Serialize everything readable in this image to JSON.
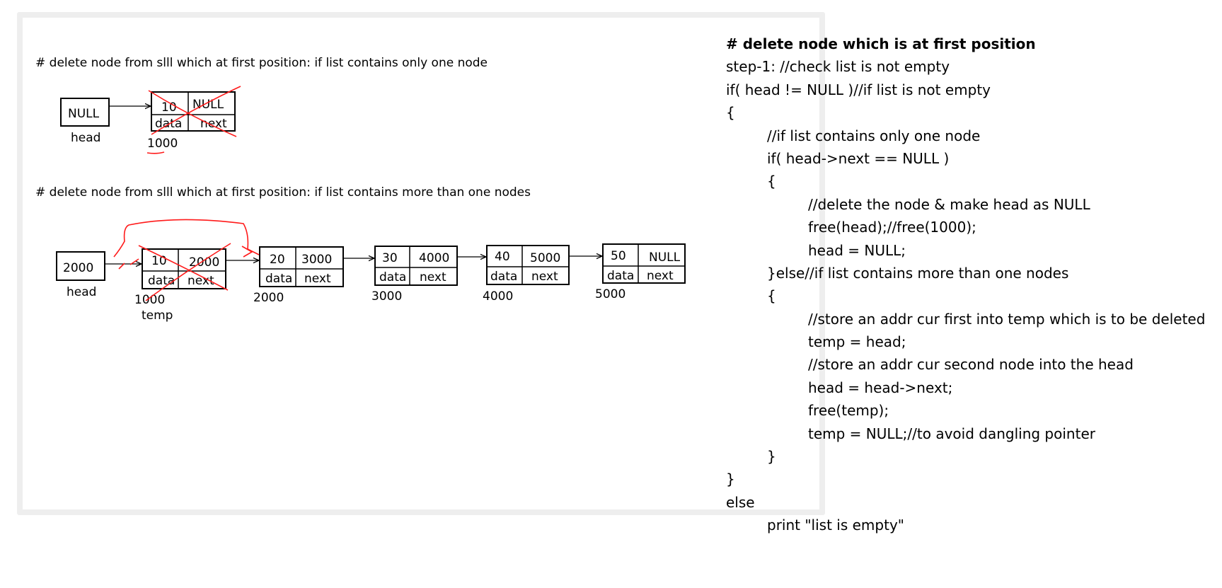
{
  "section1": {
    "heading": "# delete node from slll which at first position: if list contains only one node",
    "head_value": "NULL",
    "head_label": "head",
    "node": {
      "data": "10",
      "next": "NULL",
      "data_label": "data",
      "next_label": "next",
      "address": "1000"
    }
  },
  "section2": {
    "heading": "# delete node from slll which at first position: if list contains more than one nodes",
    "head_value": "2000",
    "head_label": "head",
    "temp_label": "temp",
    "nodes": [
      {
        "data": "10",
        "next": "2000",
        "data_label": "data",
        "next_label": "next",
        "address": "1000"
      },
      {
        "data": "20",
        "next": "3000",
        "data_label": "data",
        "next_label": "next",
        "address": "2000"
      },
      {
        "data": "30",
        "next": "4000",
        "data_label": "data",
        "next_label": "next",
        "address": "3000"
      },
      {
        "data": "40",
        "next": "5000",
        "data_label": "data",
        "next_label": "next",
        "address": "4000"
      },
      {
        "data": "50",
        "next": "NULL",
        "data_label": "data",
        "next_label": "next",
        "address": "5000"
      }
    ]
  },
  "code": {
    "title": "# delete node which is at first position",
    "lines": [
      {
        "text": "step-1: //check list is not empty",
        "indent": 0
      },
      {
        "text": "if( head != NULL )//if list is not empty",
        "indent": 0
      },
      {
        "text": "{",
        "indent": 0
      },
      {
        "text": "//if list contains only one node",
        "indent": 1
      },
      {
        "text": "if( head->next == NULL )",
        "indent": 1
      },
      {
        "text": "{",
        "indent": 1
      },
      {
        "text": "//delete the node & make head as NULL",
        "indent": 2
      },
      {
        "text": "free(head);//free(1000);",
        "indent": 2
      },
      {
        "text": "head = NULL;",
        "indent": 2
      },
      {
        "text": "}else//if list contains more than one nodes",
        "indent": 1
      },
      {
        "text": "{",
        "indent": 1
      },
      {
        "text": "//store an addr cur first into temp which is to be deleted",
        "indent": 2
      },
      {
        "text": "temp = head;",
        "indent": 2
      },
      {
        "text": "//store an addr cur second node into the head",
        "indent": 2
      },
      {
        "text": "head = head->next;",
        "indent": 2
      },
      {
        "text": "free(temp);",
        "indent": 2
      },
      {
        "text": "temp = NULL;//to avoid dangling pointer",
        "indent": 2
      },
      {
        "text": "}",
        "indent": 1
      },
      {
        "text": "}",
        "indent": 0
      },
      {
        "text": "else",
        "indent": 0
      },
      {
        "text": "print \"list is empty\"",
        "indent": 1
      }
    ]
  },
  "colors": {
    "annotation": "#ff1a1a",
    "frame": "#eeeeee"
  }
}
